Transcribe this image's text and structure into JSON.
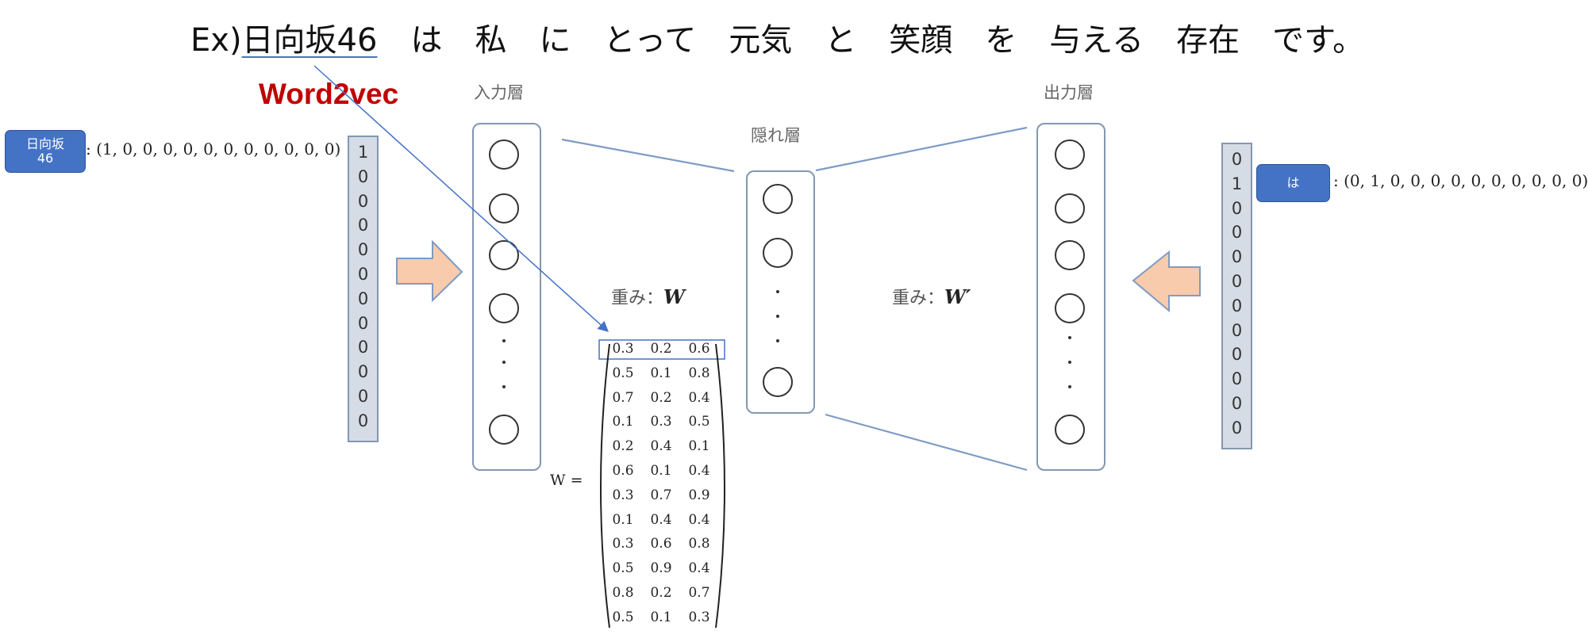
{
  "sentence": {
    "tokens": [
      "Ex)日向坂46",
      "は",
      "私",
      "に",
      "とって",
      "元気",
      "と",
      "笑顔",
      "を",
      "与える",
      "存在",
      "です。"
    ],
    "prefix": "Ex)",
    "highlighted_word": "日向坂46"
  },
  "model_name": "Word2vec",
  "layers": {
    "input": "入力層",
    "hidden": "隠れ層",
    "output": "出力層"
  },
  "weights": {
    "label_prefix": "重み：",
    "w_symbol": "W",
    "w_prime_symbol": "W′"
  },
  "input_word": {
    "label_line1": "日向坂",
    "label_line2": "46",
    "vector_text": ": (1, 0, 0, 0, 0, 0, 0, 0, 0, 0, 0, 0)",
    "onehot": [
      "1",
      "0",
      "0",
      "0",
      "0",
      "0",
      "0",
      "0",
      "0",
      "0",
      "0",
      "0"
    ]
  },
  "output_word": {
    "label": "は",
    "vector_text": ": (0, 1, 0, 0, 0, 0, 0, 0, 0, 0, 0, 0)",
    "onehot": [
      "0",
      "1",
      "0",
      "0",
      "0",
      "0",
      "0",
      "0",
      "0",
      "0",
      "0",
      "0"
    ]
  },
  "matrix": {
    "lhs": "W =",
    "rows": [
      [
        "0.3",
        "0.2",
        "0.6"
      ],
      [
        "0.5",
        "0.1",
        "0.8"
      ],
      [
        "0.7",
        "0.2",
        "0.4"
      ],
      [
        "0.1",
        "0.3",
        "0.5"
      ],
      [
        "0.2",
        "0.4",
        "0.1"
      ],
      [
        "0.6",
        "0.1",
        "0.4"
      ],
      [
        "0.3",
        "0.7",
        "0.9"
      ],
      [
        "0.1",
        "0.4",
        "0.4"
      ],
      [
        "0.3",
        "0.6",
        "0.8"
      ],
      [
        "0.5",
        "0.9",
        "0.4"
      ],
      [
        "0.8",
        "0.2",
        "0.7"
      ],
      [
        "0.5",
        "0.1",
        "0.3"
      ]
    ]
  },
  "colors": {
    "accent_blue": "#4472c4",
    "arrow_fill": "#f8cbad",
    "arrow_stroke": "#7f9bc4",
    "title_red": "#c00000"
  }
}
